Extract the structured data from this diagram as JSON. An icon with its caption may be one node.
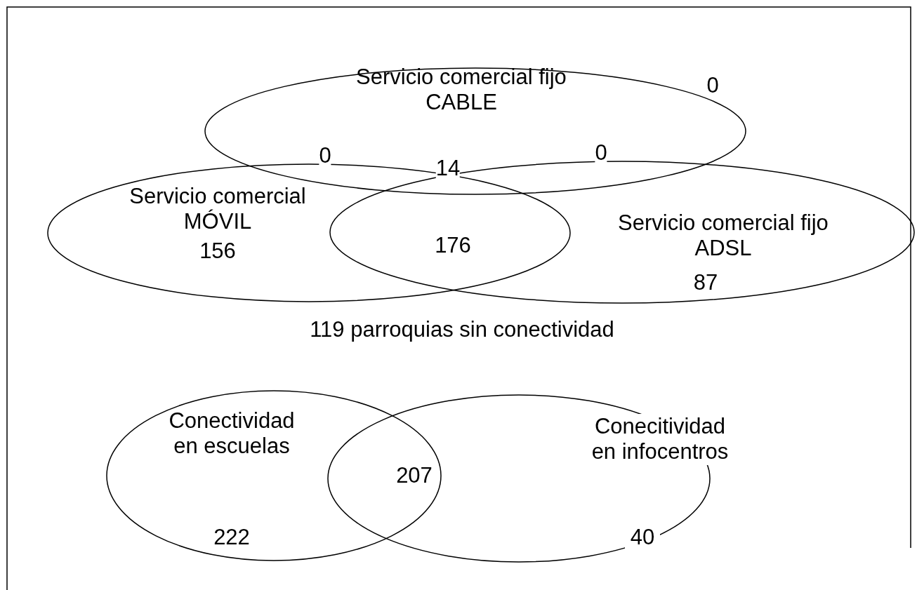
{
  "diagram": {
    "nodes": [
      {
        "text": [
          "Servicio comercial fijo CABLE",
          "0"
        ]
      },
      {
        "text": [
          "Servicio comercial MÓVIL",
          "156"
        ]
      },
      {
        "text": [
          "Servicio comercial fijo ADSL",
          "87"
        ]
      },
      {
        "text": [
          "Conectividad en escuelas",
          "222"
        ]
      },
      {
        "text": [
          "Conecitividad en infocentros",
          "40"
        ]
      }
    ],
    "edges": [],
    "labels": [
      "0",
      "14",
      "0",
      "176",
      "119 parroquias sin conectividad",
      "207"
    ]
  }
}
